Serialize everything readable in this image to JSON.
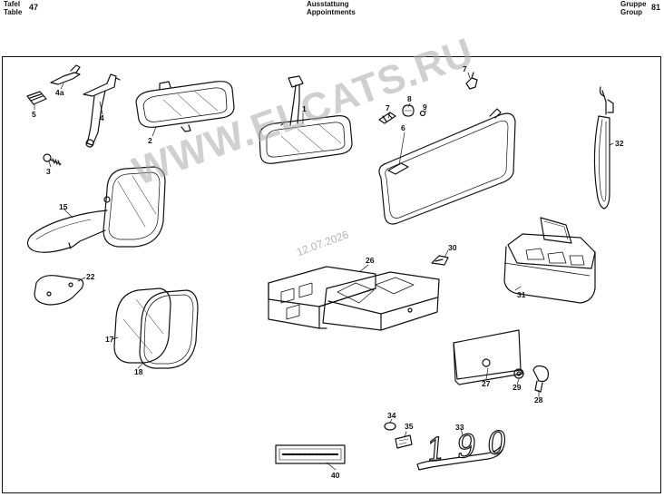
{
  "header": {
    "left_line1": "Tafel",
    "left_line2": "Table",
    "table_number": "47",
    "center_line1": "Ausstattung",
    "center_line2": "Appointments",
    "right_line1": "Gruppe",
    "right_line2": "Group",
    "group_number": "81"
  },
  "watermark": {
    "text": "WWW.ELCATS.RU",
    "date": "12.07.2026"
  },
  "parts": {
    "p1": "1",
    "p2": "2",
    "p3": "3",
    "p4": "4",
    "p4a": "4a",
    "p5": "5",
    "p6": "6",
    "p7a": "7",
    "p7b": "7",
    "p8": "8",
    "p9": "9",
    "p15": "15",
    "p17": "17",
    "p18": "18",
    "p22": "22",
    "p26": "26",
    "p27": "27",
    "p28": "28",
    "p29": "29",
    "p30": "30",
    "p31": "31",
    "p32": "32",
    "p33": "33",
    "p34": "34",
    "p35": "35",
    "p40": "40"
  },
  "badge_text": "190"
}
